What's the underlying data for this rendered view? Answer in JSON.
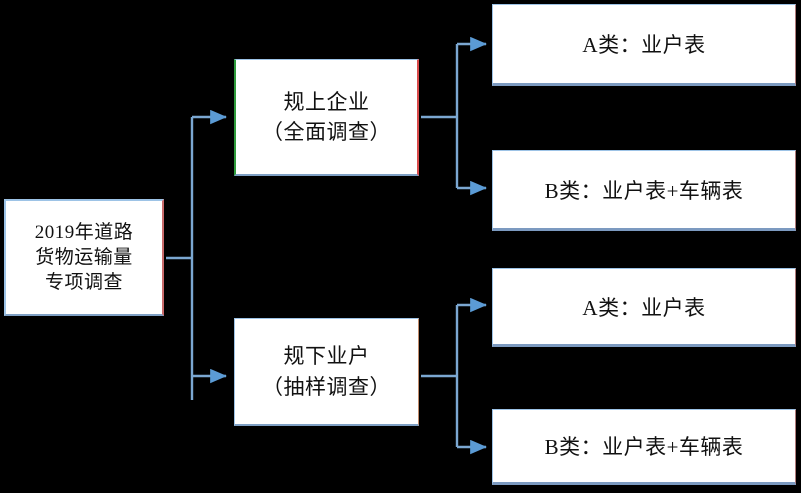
{
  "diagram": {
    "title_text": "2019年道路货物运输量专项调查",
    "background_color": "#000000",
    "connector_color": "#5B9BD5",
    "node_fill": "#FFFFFF",
    "node_border": "#9DC3E6",
    "accent_left_green": "#2E9B3C",
    "accent_right_red": "#D94A4A"
  },
  "nodes": {
    "root": {
      "lines": [
        "2019年道路",
        "货物运输量",
        "专项调查"
      ]
    },
    "branch_upper": {
      "lines": [
        "规上企业",
        "（全面调查）"
      ]
    },
    "branch_lower": {
      "lines": [
        "规下业户",
        "（抽样调查）"
      ]
    },
    "leaf_upper_a": {
      "lines": [
        "A类：业户表"
      ]
    },
    "leaf_upper_b": {
      "lines": [
        "B类：业户表+车辆表"
      ]
    },
    "leaf_lower_a": {
      "lines": [
        "A类：业户表"
      ]
    },
    "leaf_lower_b": {
      "lines": [
        "B类：业户表+车辆表"
      ]
    }
  },
  "connectors": [
    {
      "name": "root-to-upper-branch",
      "from": "root",
      "to": "branch_upper"
    },
    {
      "name": "root-to-lower-branch",
      "from": "root",
      "to": "branch_lower"
    },
    {
      "name": "upper-branch-to-leaf-a",
      "from": "branch_upper",
      "to": "leaf_upper_a"
    },
    {
      "name": "upper-branch-to-leaf-b",
      "from": "branch_upper",
      "to": "leaf_upper_b"
    },
    {
      "name": "lower-branch-to-leaf-a",
      "from": "branch_lower",
      "to": "leaf_lower_a"
    },
    {
      "name": "lower-branch-to-leaf-b",
      "from": "branch_lower",
      "to": "leaf_lower_b"
    }
  ]
}
